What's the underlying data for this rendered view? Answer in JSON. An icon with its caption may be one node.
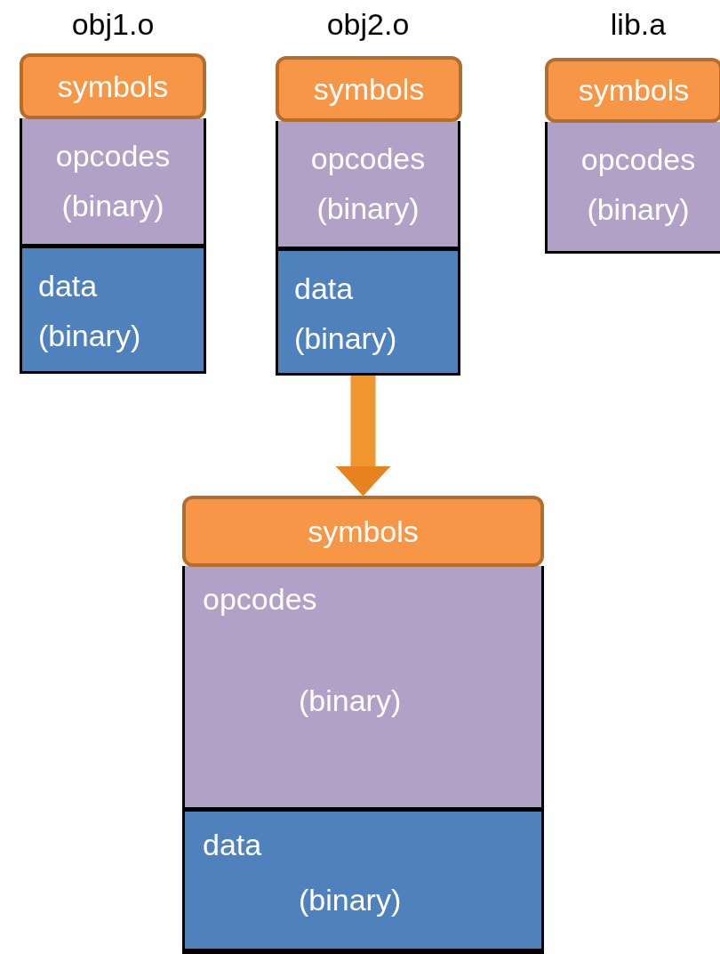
{
  "diagram": {
    "nodes": [
      {
        "text": [
          "obj1.o"
        ]
      },
      {
        "text": [
          "symbols"
        ],
        "in": 0
      },
      {
        "text": [
          "opcodes (binary)"
        ],
        "in": 0
      },
      {
        "text": [
          "data (binary)"
        ],
        "in": 0
      },
      {
        "text": [
          "obj2.o"
        ]
      },
      {
        "text": [
          "symbols"
        ],
        "in": 4
      },
      {
        "text": [
          "opcodes (binary)"
        ],
        "in": 4
      },
      {
        "text": [
          "data (binary)"
        ],
        "in": 4
      },
      {
        "text": [
          "lib.a"
        ]
      },
      {
        "text": [
          "symbols"
        ],
        "in": 8
      },
      {
        "text": [
          "opcodes (binary)"
        ],
        "in": 8
      },
      {
        "text": [],
        "shape": "box"
      },
      {
        "text": [
          "symbols"
        ],
        "in": 11
      },
      {
        "text": [
          "opcodes",
          "(binary)"
        ],
        "in": 11
      },
      {
        "text": [
          "data",
          "(binary)"
        ],
        "in": 11
      }
    ],
    "edges": [
      {
        "from": 7,
        "to": 12,
        "arrow": "to"
      }
    ]
  }
}
